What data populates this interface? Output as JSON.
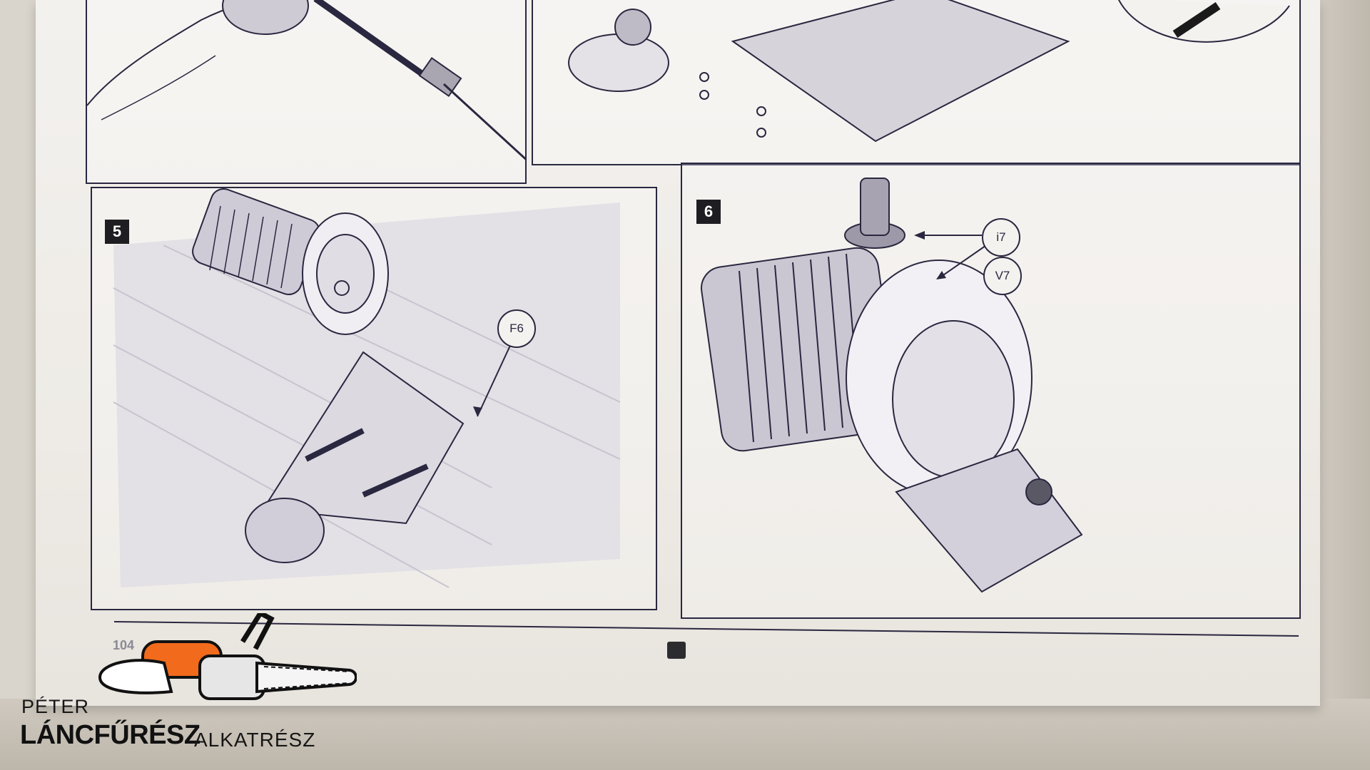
{
  "manual": {
    "page_number": "104",
    "steps": [
      {
        "number": "5",
        "callouts": [
          "F6"
        ]
      },
      {
        "number": "6",
        "callouts": [
          "i7",
          "V7"
        ]
      }
    ]
  },
  "watermark": {
    "line1": "PÉTER",
    "line2": "LÁNCFŰRÉSZ",
    "line3": "ALKATRÉSZ",
    "accent_color": "#f26a1b"
  },
  "colors": {
    "page": "#f1efec",
    "ink": "#2a2740",
    "wall": "#d9d4cc"
  }
}
